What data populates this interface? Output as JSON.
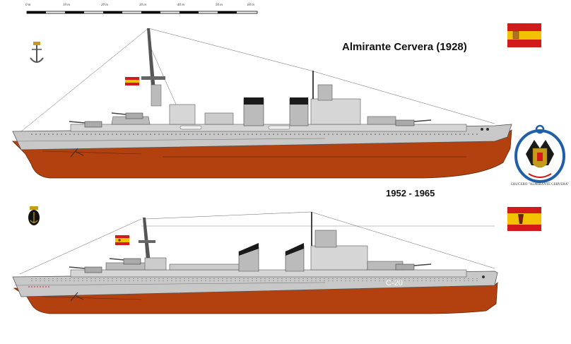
{
  "title_1928": "Almirante Cervera (1928)",
  "title_1952": "1952 - 1965",
  "hull_number": "C-20",
  "emblem_caption": "CRUCERO \"ALMIRANTE CERVERA\"",
  "scale_labels": [
    "0 m",
    "10 m",
    "20 m",
    "30 m",
    "40 m",
    "50 m",
    "60 m"
  ],
  "colors": {
    "hull_red": "#B2410F",
    "hull_grey": "#C8C8C8",
    "deck_grey": "#D6D6D6",
    "funnel_black": "#1A1A1A",
    "flag_red": "#D21A1A",
    "flag_yellow": "#F2C200",
    "anchor_blue": "#1F5FA8",
    "emblem_gold": "#C79A1A"
  },
  "icons": {
    "navy_anchor_1928": "anchor-crown-icon",
    "navy_badge_1952": "navy-badge-icon",
    "flag_1928": "spain-republic-flag-icon",
    "flag_1952": "spain-francoist-flag-icon",
    "emblem": "eagle-shield-emblem-icon"
  }
}
